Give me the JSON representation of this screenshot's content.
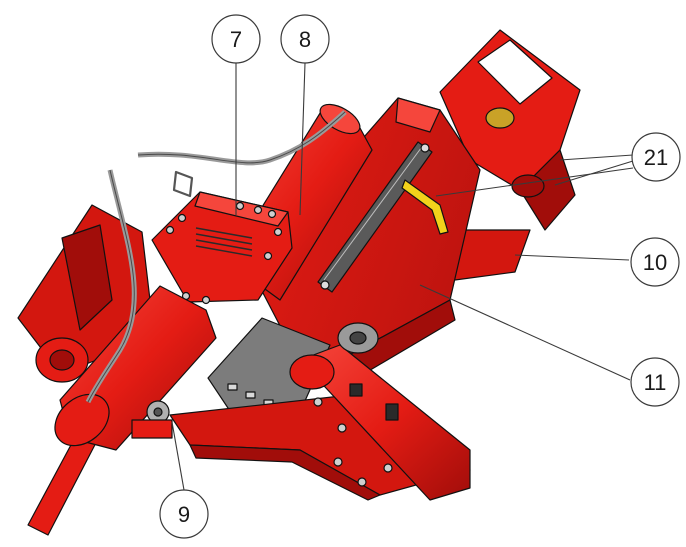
{
  "figure": {
    "colors": {
      "paint": "#e41c14",
      "paint_shadow": "#a10d0a",
      "paint_light": "#f5463c",
      "steel": "#6d6d6d",
      "dark": "#2a2a2a",
      "hose": "#9a9a9a",
      "label": "#f2d21b",
      "outline": "#111111"
    },
    "callouts": [
      {
        "id": "callout-7",
        "label": "7"
      },
      {
        "id": "callout-8",
        "label": "8"
      },
      {
        "id": "callout-21",
        "label": "21"
      },
      {
        "id": "callout-10",
        "label": "10"
      },
      {
        "id": "callout-11",
        "label": "11"
      },
      {
        "id": "callout-9",
        "label": "9"
      }
    ]
  }
}
